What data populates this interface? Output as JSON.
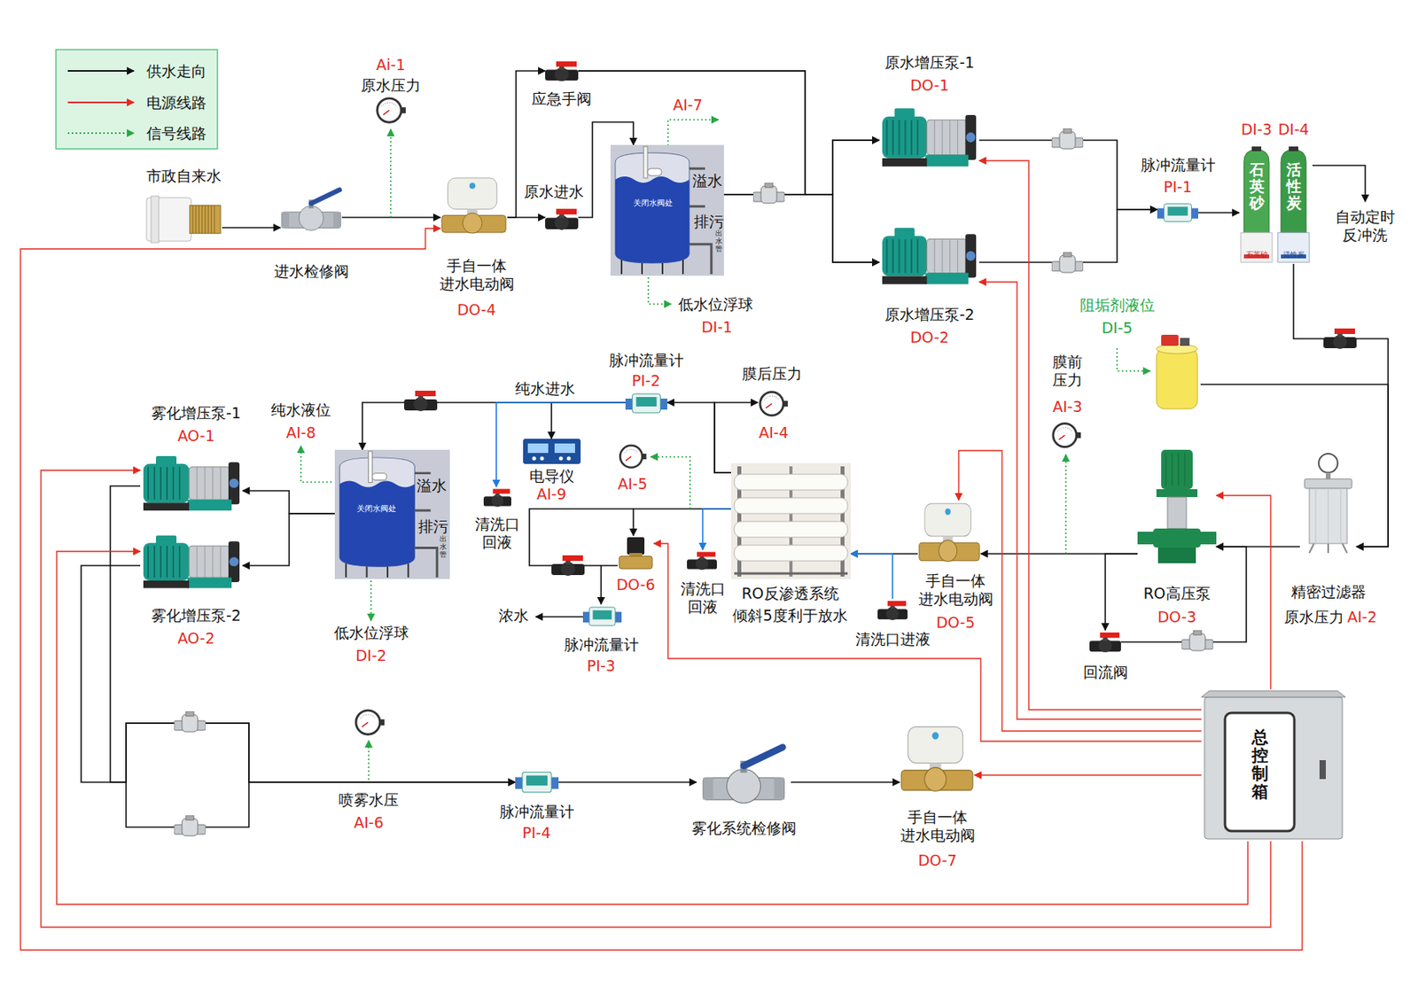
{
  "diagram": {
    "nodes": [
      {
        "text": [
          "市政自来水"
        ]
      },
      {
        "text": [
          "进水检修阀"
        ]
      },
      {
        "text": [
          "Ai-1",
          "原水压力"
        ]
      },
      {
        "text": [
          "手自一体 进水电动阀",
          "DO-4"
        ]
      },
      {
        "text": [
          "应急手阀"
        ]
      },
      {
        "text": [
          "原水进水"
        ]
      },
      {
        "text": [
          "关闭水阀处",
          "溢水",
          "排污",
          "出水管"
        ]
      },
      {
        "text": [
          "原水增压泵-1",
          "DO-1"
        ]
      },
      {
        "text": [
          "原水增压泵-2",
          "DO-2"
        ]
      },
      {
        "text": [
          "脉冲流量计",
          "PI-1"
        ]
      },
      {
        "text": [
          "DI-3",
          "石英砂"
        ]
      },
      {
        "text": [
          "DI-4",
          "活性炭"
        ]
      },
      {
        "text": [
          "阻垢剂液位",
          "DI-5"
        ]
      },
      {
        "text": [
          "精密过滤器",
          "原水压力",
          "AI-2"
        ]
      },
      {
        "text": [
          "RO高压泵",
          "DO-3"
        ]
      },
      {
        "text": [
          "回流阀"
        ]
      },
      {
        "text": [
          "膜前 压力",
          "AI-3"
        ]
      },
      {
        "text": [
          "手自一体 进水电动阀",
          "DO-5"
        ]
      },
      {
        "text": [
          "清洗口进液"
        ]
      },
      {
        "text": [
          "RO反渗透系统",
          "倾斜5度利于放水"
        ]
      },
      {
        "text": [
          "膜后压力",
          "AI-4"
        ]
      },
      {
        "text": [
          "脉冲流量计",
          "PI-2"
        ]
      },
      {
        "text": [
          "清洗口 回液"
        ]
      },
      {
        "text": [
          "AI-5"
        ]
      },
      {
        "text": [
          "DO-6"
        ]
      },
      {
        "text": [
          "脉冲流量计",
          "PI-3"
        ]
      },
      {
        "text": [
          "电导仪",
          "AI-9"
        ]
      },
      {
        "text": [
          "清洗口 回液"
        ]
      },
      {
        "text": [
          "关闭水阀处",
          "溢水",
          "排污",
          "出水管"
        ]
      },
      {
        "text": [
          "雾化增压泵-1",
          "AO-1"
        ]
      },
      {
        "text": [
          "雾化增压泵-2",
          "AO-2"
        ]
      },
      {
        "text": [
          "喷雾水压",
          "AI-6"
        ]
      },
      {
        "text": [
          "脉冲流量计",
          "PI-4"
        ]
      },
      {
        "text": [
          "雾化系统检修阀"
        ]
      },
      {
        "text": [
          "手自一体 进水电动阀",
          "DO-7"
        ]
      },
      {
        "text": [
          "总控制箱"
        ]
      }
    ],
    "edges": [
      {
        "from": 0,
        "to": 1,
        "arrow": "to"
      },
      {
        "from": 1,
        "to": 3,
        "arrow": "to"
      },
      {
        "from": 3,
        "to": 4,
        "arrow": "to"
      },
      {
        "from": 3,
        "to": 5,
        "arrow": "to"
      },
      {
        "from": 5,
        "to": 6,
        "arrow": "to"
      },
      {
        "from": 6,
        "to": 7,
        "arrow": "to"
      },
      {
        "from": 6,
        "to": 8,
        "arrow": "to"
      },
      {
        "from": 4,
        "to": 7,
        "arrow": "to"
      },
      {
        "from": 4,
        "to": 8,
        "arrow": "to"
      },
      {
        "from": 7,
        "to": 9,
        "arrow": "to"
      },
      {
        "from": 8,
        "to": 9,
        "arrow": "to"
      },
      {
        "from": 9,
        "to": 10,
        "arrow": "to"
      },
      {
        "from": 11,
        "to": 13,
        "arrow": "to"
      },
      {
        "from": 12,
        "to": 13,
        "arrow": "to"
      },
      {
        "from": 13,
        "to": 14,
        "arrow": "to"
      },
      {
        "from": 14,
        "to": 17,
        "arrow": "to"
      },
      {
        "from": 14,
        "to": 15,
        "arrow": "to"
      },
      {
        "from": 15,
        "to": 14,
        "arrow": "to"
      },
      {
        "from": 17,
        "to": 19,
        "arrow": "to"
      },
      {
        "from": 18,
        "to": 19,
        "arrow": "to"
      },
      {
        "from": 19,
        "to": 21,
        "arrow": "to"
      },
      {
        "from": 19,
        "to": 20,
        "arrow": "to"
      },
      {
        "from": 21,
        "to": 28,
        "arrow": "to"
      },
      {
        "from": 21,
        "to": 26,
        "arrow": "to"
      },
      {
        "from": 21,
        "to": 27,
        "arrow": "to"
      },
      {
        "from": 19,
        "to": 24,
        "arrow": "to"
      },
      {
        "from": 24,
        "to": 25,
        "arrow": "to"
      },
      {
        "from": 19,
        "to": 22,
        "arrow": "to"
      },
      {
        "from": 28,
        "to": 29,
        "arrow": "to"
      },
      {
        "from": 28,
        "to": 30,
        "arrow": "to"
      },
      {
        "from": 29,
        "to": 32,
        "arrow": "to"
      },
      {
        "from": 30,
        "to": 32,
        "arrow": "to"
      },
      {
        "from": 32,
        "to": 33,
        "arrow": "to"
      },
      {
        "from": 33,
        "to": 34,
        "arrow": "to"
      },
      {
        "from": 35,
        "to": 3,
        "arrow": "to"
      },
      {
        "from": 35,
        "to": 7,
        "arrow": "to"
      },
      {
        "from": 35,
        "to": 8,
        "arrow": "to"
      },
      {
        "from": 35,
        "to": 14,
        "arrow": "to"
      },
      {
        "from": 35,
        "to": 17,
        "arrow": "to"
      },
      {
        "from": 35,
        "to": 24,
        "arrow": "to"
      },
      {
        "from": 35,
        "to": 34,
        "arrow": "to"
      },
      {
        "from": 35,
        "to": 29,
        "arrow": "to"
      },
      {
        "from": 35,
        "to": 30,
        "arrow": "to"
      }
    ],
    "labels": [
      "AI-7",
      "低水位浮球",
      "DI-1",
      "自动定时 反冲洗",
      "石英砂",
      "活性炭",
      "纯水进水",
      "浓水",
      "纯水液位",
      "AI-8",
      "低水位浮球",
      "DI-2"
    ],
    "legend": [
      {
        "text": "供水走向"
      },
      {
        "text": "电源线路"
      },
      {
        "text": "信号线路"
      }
    ]
  }
}
